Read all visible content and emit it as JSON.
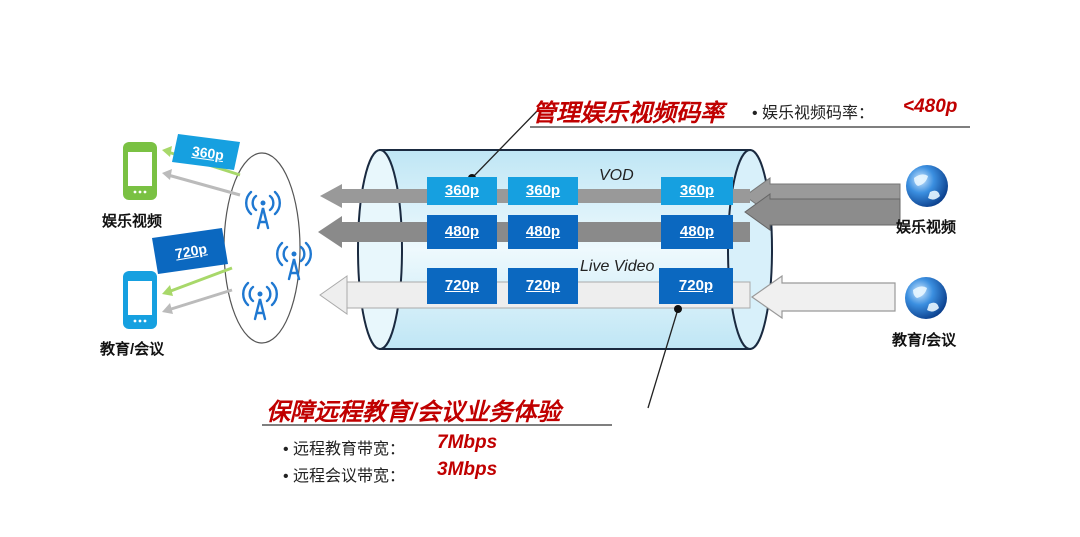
{
  "headline_top": {
    "title": "管理娱乐视频码率",
    "bullet": "娱乐视频码率：",
    "value": "<480p"
  },
  "headline_bottom": {
    "title": "保障远程教育/会议业务体验",
    "items": [
      {
        "label": "远程教育带宽：",
        "value": "7Mbps"
      },
      {
        "label": "远程会议带宽：",
        "value": "3Mbps"
      }
    ]
  },
  "left_devices": [
    {
      "label": "娱乐视频",
      "color": "#7ac143",
      "tag": "360p"
    },
    {
      "label": "教育/会议",
      "color": "#16a0e0",
      "tag": "720p"
    }
  ],
  "right_sources": [
    {
      "label": "娱乐视频"
    },
    {
      "label": "教育/会议"
    }
  ],
  "pipe": {
    "vod_label": "VOD",
    "live_label": "Live Video",
    "rows": [
      {
        "chips": [
          "360p",
          "360p",
          "360p"
        ]
      },
      {
        "chips": [
          "480p",
          "480p",
          "480p"
        ]
      },
      {
        "chips": [
          "720p",
          "720p",
          "720p"
        ]
      }
    ]
  },
  "colors": {
    "accent_red": "#c00000",
    "chip_360": "#16a0e0",
    "chip_480": "#0b68c0",
    "pipe_fill": "#dff3fb"
  }
}
